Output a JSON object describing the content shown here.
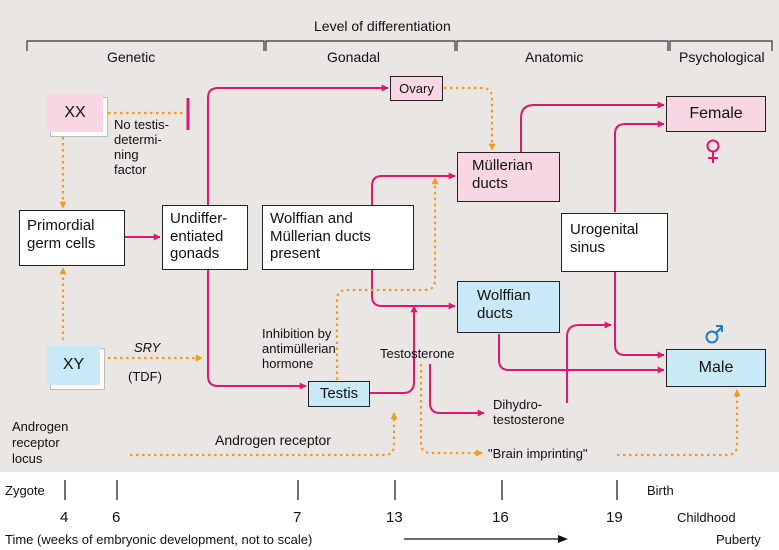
{
  "header": {
    "title": "Level of differentiation",
    "levels": [
      "Genetic",
      "Gonadal",
      "Anatomic",
      "Psychological"
    ]
  },
  "boxes": {
    "xx": "XX",
    "xy": "XY",
    "primordial_line1": "Primordial",
    "primordial_line2": "germ cells",
    "undiff_line1": "Undiffer-",
    "undiff_line2": "entiated",
    "undiff_line3": "gonads",
    "wolff_mull_line1": "Wolffian and",
    "wolff_mull_line2": "Müllerian ducts",
    "wolff_mull_line3": "present",
    "ovary": "Ovary",
    "testis": "Testis",
    "mullerian_line1": "Müllerian",
    "mullerian_line2": "ducts",
    "wolffian_line1": "Wolffian",
    "wolffian_line2": "ducts",
    "urogenital_line1": "Urogenital",
    "urogenital_line2": "sinus",
    "female": "Female",
    "male": "Male"
  },
  "labels": {
    "no_testis_1": "No testis-",
    "no_testis_2": "determi-",
    "no_testis_3": "ning",
    "no_testis_4": "factor",
    "sry": "SRY",
    "tdf": "(TDF)",
    "inhibition_1": "Inhibition by",
    "inhibition_2": "antimüllerian",
    "inhibition_3": "hormone",
    "testosterone": "Testosterone",
    "dihydro_1": "Dihydro-",
    "dihydro_2": "testosterone",
    "androgen_receptor": "Androgen receptor",
    "brain_imprinting": "\"Brain imprinting\"",
    "androgen_locus_1": "Androgen",
    "androgen_locus_2": "receptor",
    "androgen_locus_3": "locus"
  },
  "timeline": {
    "zygote": "Zygote",
    "weeks": [
      "4",
      "6",
      "7",
      "13",
      "16",
      "19"
    ],
    "birth": "Birth",
    "childhood": "Childhood",
    "puberty": "Puberty",
    "caption": "Time (weeks of embryonic development, not to scale)"
  },
  "icons": {
    "female_symbol": "female-symbol-icon",
    "male_symbol": "male-symbol-icon"
  },
  "colors": {
    "magenta": "#e0176f",
    "orange": "#f29a1f",
    "pink_box": "#f8d6e3",
    "blue_box": "#c9e9f6",
    "panel": "#e9e6e4"
  }
}
